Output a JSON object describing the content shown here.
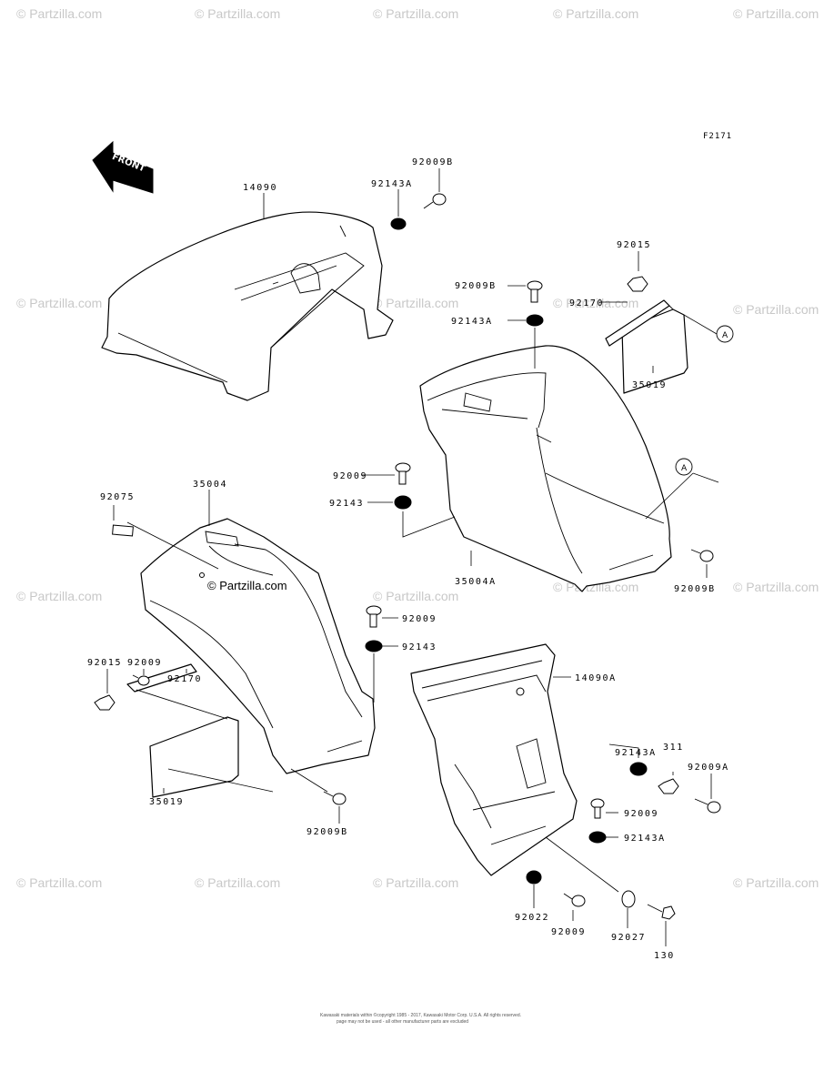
{
  "figure_code": "F2171",
  "front_label": "FRONT",
  "watermark": "© Partzilla.com",
  "center_watermark": "© Partzilla.com",
  "callout_letter": "A",
  "footer_lines": [
    "Kawasaki materials within ©copyright 1985 - 2017, Kawasaki Motor Corp. U.S.A. All rights reserved.",
    "page may not be used - all other manufacturer parts are excluded"
  ],
  "labels": [
    {
      "id": "14090",
      "text": "14090"
    },
    {
      "id": "92143A_top",
      "text": "92143A"
    },
    {
      "id": "92009B_top",
      "text": "92009B"
    },
    {
      "id": "92015_right",
      "text": "92015"
    },
    {
      "id": "92009B_mid",
      "text": "92009B"
    },
    {
      "id": "92143A_mid",
      "text": "92143A"
    },
    {
      "id": "92170_right",
      "text": "92170"
    },
    {
      "id": "35019_right",
      "text": "35019"
    },
    {
      "id": "92009_mid",
      "text": "92009"
    },
    {
      "id": "92143_mid",
      "text": "92143"
    },
    {
      "id": "35004A",
      "text": "35004A"
    },
    {
      "id": "92009B_right",
      "text": "92009B"
    },
    {
      "id": "92075",
      "text": "92075"
    },
    {
      "id": "35004",
      "text": "35004"
    },
    {
      "id": "92009_center",
      "text": "92009"
    },
    {
      "id": "92143_center",
      "text": "92143"
    },
    {
      "id": "92009_left",
      "text": "92009"
    },
    {
      "id": "92170_left",
      "text": "92170"
    },
    {
      "id": "92015_left",
      "text": "92015"
    },
    {
      "id": "14090A",
      "text": "14090A"
    },
    {
      "id": "92143A_low",
      "text": "92143A"
    },
    {
      "id": "311",
      "text": "311"
    },
    {
      "id": "92009A",
      "text": "92009A"
    },
    {
      "id": "35019_left",
      "text": "35019"
    },
    {
      "id": "92009_low",
      "text": "92009"
    },
    {
      "id": "92143A_low2",
      "text": "92143A"
    },
    {
      "id": "92009B_bottom",
      "text": "92009B"
    },
    {
      "id": "92022",
      "text": "92022"
    },
    {
      "id": "92009_bottom",
      "text": "92009"
    },
    {
      "id": "92027",
      "text": "92027"
    },
    {
      "id": "130",
      "text": "130"
    }
  ]
}
